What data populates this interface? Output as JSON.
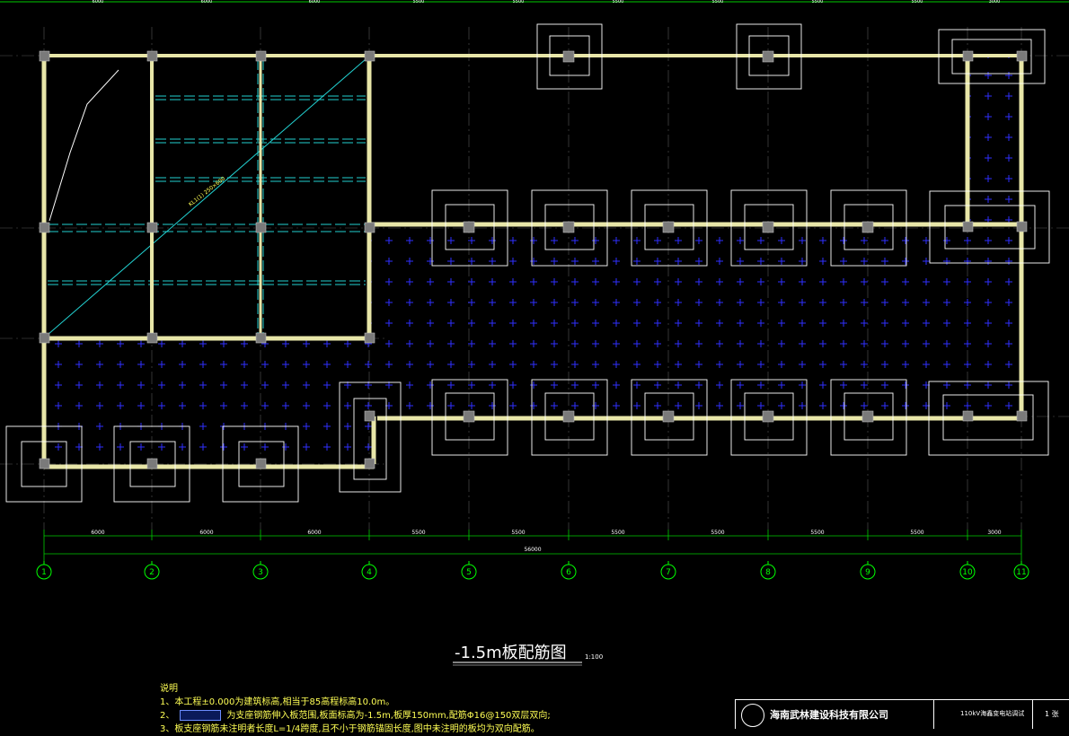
{
  "drawing": {
    "title": "-1.5m板配筋图",
    "scale": "1:100",
    "total_dimension": "56000",
    "axes": [
      "1",
      "2",
      "3",
      "4",
      "5",
      "6",
      "7",
      "8",
      "9",
      "10",
      "11"
    ],
    "spans": [
      "6000",
      "6000",
      "6000",
      "5500",
      "5500",
      "5500",
      "5500",
      "5500",
      "5500",
      "3000"
    ],
    "top_spans": [
      "6000",
      "6000",
      "6000",
      "5500",
      "5500",
      "5500",
      "5500",
      "5500",
      "5500",
      "3000"
    ],
    "beam_label": "KL1(1) 250×600",
    "colors": {
      "beam": "#e8e6a8",
      "column": "#7a7a7a",
      "rebar_cross": "#3030ff",
      "dashed_beam": "#22d0d0",
      "diagonal": "#22d0d0",
      "grid_axis": "#00ff00",
      "dimension": "#00ff00",
      "text": "#ffffff",
      "notes": "#ffff55"
    }
  },
  "notes": {
    "heading": "说明",
    "line1": "1、本工程±0.000为建筑标高,相当于85高程标高10.0m。",
    "line2_prefix": "2、",
    "line2_suffix": "为支座钢筋伸入板范围,板面标高为-1.5m,板厚150mm,配筋Φ16@150双层双向;",
    "line3": "3、板支座钢筋未注明者长度L=1/4跨度,且不小于钢筋锚固长度,图中未注明的板均为双向配筋。"
  },
  "title_block": {
    "company": "海南武林建设科技有限公司",
    "project": "110kV海鑫变电站调试",
    "sheet": "1 张"
  }
}
